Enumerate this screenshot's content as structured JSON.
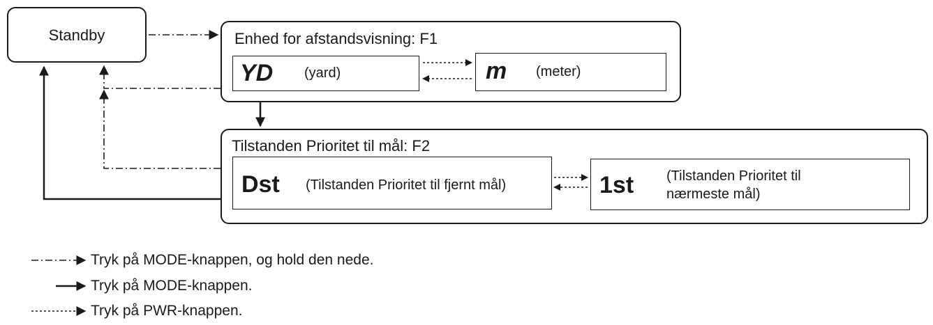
{
  "standby": {
    "label": "Standby"
  },
  "f1": {
    "title": "Enhed for afstandsvisning: F1",
    "yard": {
      "symbol": "YD",
      "desc": "(yard)"
    },
    "meter": {
      "symbol": "m",
      "desc": "(meter)"
    }
  },
  "f2": {
    "title": "Tilstanden Prioritet til mål: F2",
    "dst": {
      "symbol": "Dst",
      "desc": "(Tilstanden Prioritet til fjernt mål)"
    },
    "first": {
      "symbol": "1st",
      "desc_line1": "(Tilstanden Prioritet til",
      "desc_line2": "nærmeste mål)"
    }
  },
  "legend": {
    "hold": "Tryk på MODE-knappen, og hold den nede.",
    "press": "Tryk på MODE-knappen.",
    "pwr": "Tryk på PWR-knappen."
  }
}
